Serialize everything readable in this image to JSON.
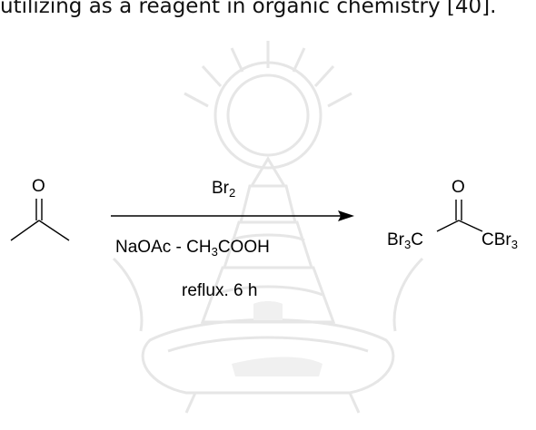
{
  "text": {
    "intro_line": "utilizing as a reagent in organic chemistry [40]."
  },
  "reaction": {
    "reactant_oxygen": "O",
    "product_oxygen": "O",
    "reagent_top": {
      "prefix": "Br",
      "sub": "2"
    },
    "reagent_mid": {
      "part1": "NaOAc - CH",
      "sub": "3",
      "part2": "COOH"
    },
    "condition": "reflux. 6 h",
    "product_left": {
      "prefix": "Br",
      "sub": "3",
      "suffix": "C"
    },
    "product_right": {
      "prefix": "CBr",
      "sub": "3"
    }
  },
  "colors": {
    "ink": "#000000",
    "watermark": "#ececec"
  }
}
